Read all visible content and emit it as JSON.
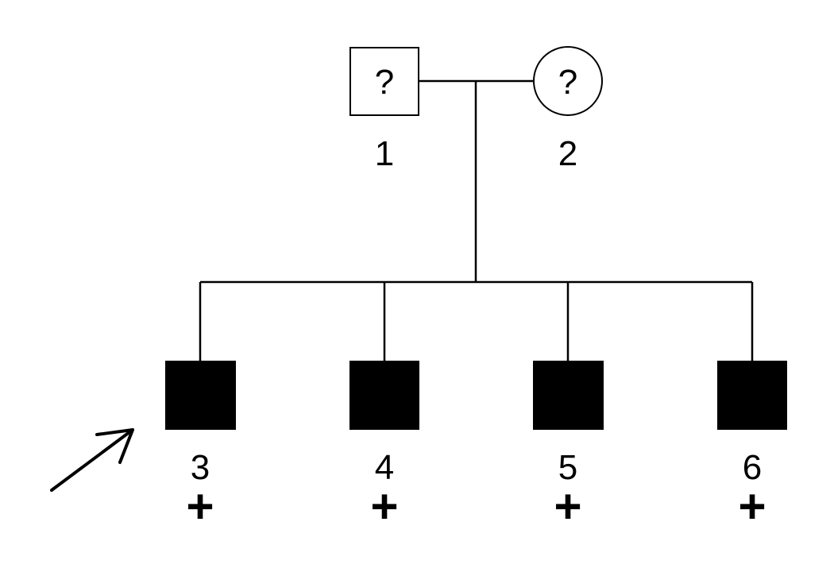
{
  "colors": {
    "line": "#000000",
    "affected_fill": "#000000",
    "unaffected_fill": "#ffffff"
  },
  "individuals": [
    {
      "id": "1",
      "sex": "male",
      "affected": false,
      "symbol": "?",
      "marker": ""
    },
    {
      "id": "2",
      "sex": "female",
      "affected": false,
      "symbol": "?",
      "marker": ""
    },
    {
      "id": "3",
      "sex": "male",
      "affected": true,
      "symbol": "",
      "marker": "+",
      "proband": true
    },
    {
      "id": "4",
      "sex": "male",
      "affected": true,
      "symbol": "",
      "marker": "+"
    },
    {
      "id": "5",
      "sex": "male",
      "affected": true,
      "symbol": "",
      "marker": "+"
    },
    {
      "id": "6",
      "sex": "male",
      "affected": true,
      "symbol": "",
      "marker": "+"
    }
  ],
  "icons": {
    "proband_indicator": "arrow-icon"
  }
}
